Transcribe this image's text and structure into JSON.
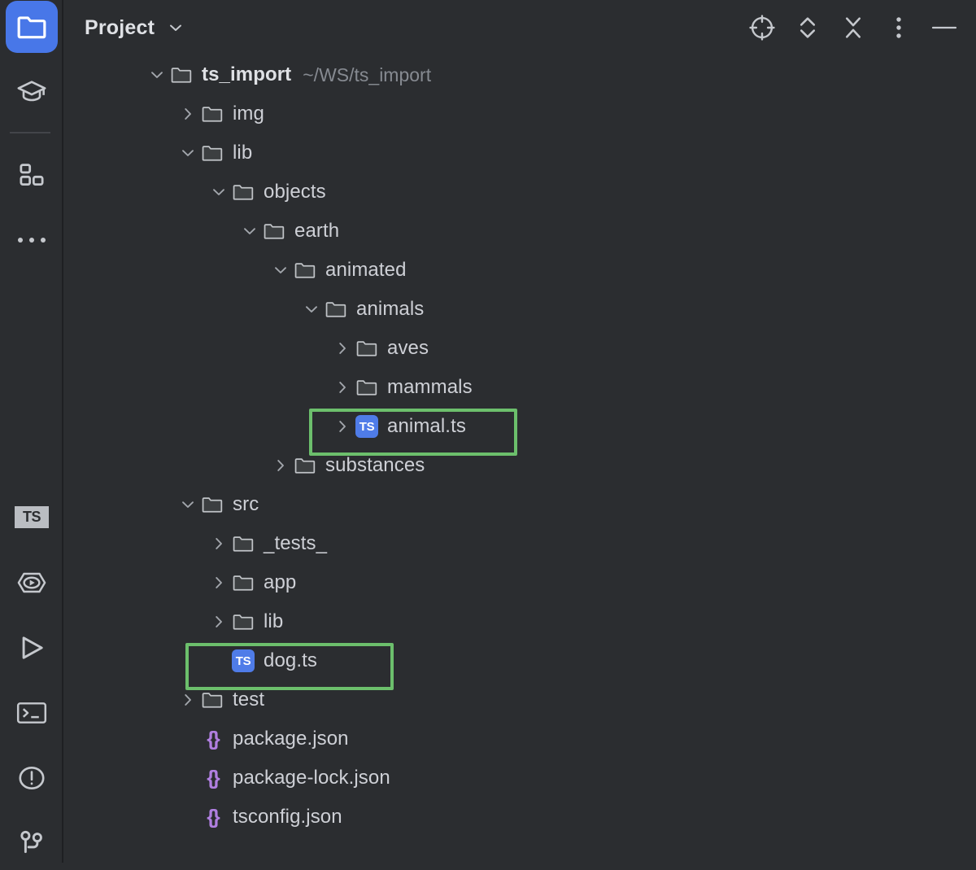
{
  "colors": {
    "background": "#2B2D30",
    "divider": "#1E1F22",
    "accent_blue": "#4877E8",
    "highlight_green": "#6CBF6C",
    "ts_badge_blue": "#4F7CE8",
    "json_purple": "#B07FE0",
    "text": "#CED0D6",
    "text_dim": "#868A91"
  },
  "activity_bar": {
    "items": [
      {
        "name": "project",
        "icon": "folder-icon",
        "selected": true
      },
      {
        "name": "learn",
        "icon": "graduation-cap-icon",
        "selected": false
      },
      {
        "name": "structure",
        "icon": "structure-blocks-icon",
        "selected": false
      },
      {
        "name": "more-tool-windows",
        "icon": "ellipsis-icon",
        "selected": false
      }
    ],
    "bottom_items": [
      {
        "name": "typescript",
        "icon": "ts-badge-icon",
        "selected": false
      },
      {
        "name": "run-with-coverage",
        "icon": "coverage-run-icon",
        "selected": false
      },
      {
        "name": "run",
        "icon": "play-icon",
        "selected": false
      },
      {
        "name": "terminal",
        "icon": "terminal-icon",
        "selected": false
      },
      {
        "name": "problems",
        "icon": "warning-circle-icon",
        "selected": false
      },
      {
        "name": "version-control",
        "icon": "git-branch-icon",
        "selected": false
      }
    ]
  },
  "tool_window": {
    "title": "Project",
    "title_dropdown_icon": "chevron-down-icon",
    "actions": [
      {
        "name": "select-opened-file",
        "icon": "crosshair-target-icon",
        "tooltip": "Select Opened File"
      },
      {
        "name": "expand-collapse",
        "icon": "chevrons-up-down-icon",
        "tooltip": "Expand / Collapse"
      },
      {
        "name": "collapse-all",
        "icon": "collapse-all-icon",
        "tooltip": "Collapse All"
      },
      {
        "name": "options-menu",
        "icon": "vertical-ellipsis-icon",
        "tooltip": "Options"
      },
      {
        "name": "hide-tool-window",
        "icon": "minimize-icon",
        "tooltip": "Hide"
      }
    ]
  },
  "tree": {
    "rows": [
      {
        "id": "ts_import",
        "label": "ts_import",
        "path": "~/WS/ts_import",
        "depth": 0,
        "icon": "folder-icon",
        "twisty": "expanded",
        "bold": true,
        "highlighted": false
      },
      {
        "id": "img",
        "label": "img",
        "path": "",
        "depth": 1,
        "icon": "folder-icon",
        "twisty": "collapsed",
        "bold": false,
        "highlighted": false
      },
      {
        "id": "lib",
        "label": "lib",
        "path": "",
        "depth": 1,
        "icon": "folder-icon",
        "twisty": "expanded",
        "bold": false,
        "highlighted": false
      },
      {
        "id": "objects",
        "label": "objects",
        "path": "",
        "depth": 2,
        "icon": "folder-icon",
        "twisty": "expanded",
        "bold": false,
        "highlighted": false
      },
      {
        "id": "earth",
        "label": "earth",
        "path": "",
        "depth": 3,
        "icon": "folder-icon",
        "twisty": "expanded",
        "bold": false,
        "highlighted": false
      },
      {
        "id": "animated",
        "label": "animated",
        "path": "",
        "depth": 4,
        "icon": "folder-icon",
        "twisty": "expanded",
        "bold": false,
        "highlighted": false
      },
      {
        "id": "animals",
        "label": "animals",
        "path": "",
        "depth": 5,
        "icon": "folder-icon",
        "twisty": "expanded",
        "bold": false,
        "highlighted": false
      },
      {
        "id": "aves",
        "label": "aves",
        "path": "",
        "depth": 6,
        "icon": "folder-icon",
        "twisty": "collapsed",
        "bold": false,
        "highlighted": false
      },
      {
        "id": "mammals",
        "label": "mammals",
        "path": "",
        "depth": 6,
        "icon": "folder-icon",
        "twisty": "collapsed",
        "bold": false,
        "highlighted": false
      },
      {
        "id": "animal.ts",
        "label": "animal.ts",
        "path": "",
        "depth": 6,
        "icon": "ts-file-icon",
        "twisty": "collapsed",
        "bold": false,
        "highlighted": true
      },
      {
        "id": "substances",
        "label": "substances",
        "path": "",
        "depth": 4,
        "icon": "folder-icon",
        "twisty": "collapsed",
        "bold": false,
        "highlighted": false
      },
      {
        "id": "src",
        "label": "src",
        "path": "",
        "depth": 1,
        "icon": "folder-icon",
        "twisty": "expanded",
        "bold": false,
        "highlighted": false
      },
      {
        "id": "_tests_",
        "label": "_tests_",
        "path": "",
        "depth": 2,
        "icon": "folder-icon",
        "twisty": "collapsed",
        "bold": false,
        "highlighted": false
      },
      {
        "id": "app",
        "label": "app",
        "path": "",
        "depth": 2,
        "icon": "folder-icon",
        "twisty": "collapsed",
        "bold": false,
        "highlighted": false
      },
      {
        "id": "src-lib",
        "label": "lib",
        "path": "",
        "depth": 2,
        "icon": "folder-icon",
        "twisty": "collapsed",
        "bold": false,
        "highlighted": false
      },
      {
        "id": "dog.ts",
        "label": "dog.ts",
        "path": "",
        "depth": 2,
        "icon": "ts-file-icon",
        "twisty": "none",
        "bold": false,
        "highlighted": true
      },
      {
        "id": "test",
        "label": "test",
        "path": "",
        "depth": 1,
        "icon": "folder-icon",
        "twisty": "collapsed",
        "bold": false,
        "highlighted": false
      },
      {
        "id": "package.json",
        "label": "package.json",
        "path": "",
        "depth": 1,
        "icon": "json-file-icon",
        "twisty": "none",
        "bold": false,
        "highlighted": false
      },
      {
        "id": "package-lock.json",
        "label": "package-lock.json",
        "path": "",
        "depth": 1,
        "icon": "json-file-icon",
        "twisty": "none",
        "bold": false,
        "highlighted": false
      },
      {
        "id": "tsconfig.json",
        "label": "tsconfig.json",
        "path": "",
        "depth": 1,
        "icon": "json-file-icon",
        "twisty": "none",
        "bold": false,
        "highlighted": false
      }
    ],
    "ts_badge_text": "TS",
    "json_icon_text": "{}"
  }
}
